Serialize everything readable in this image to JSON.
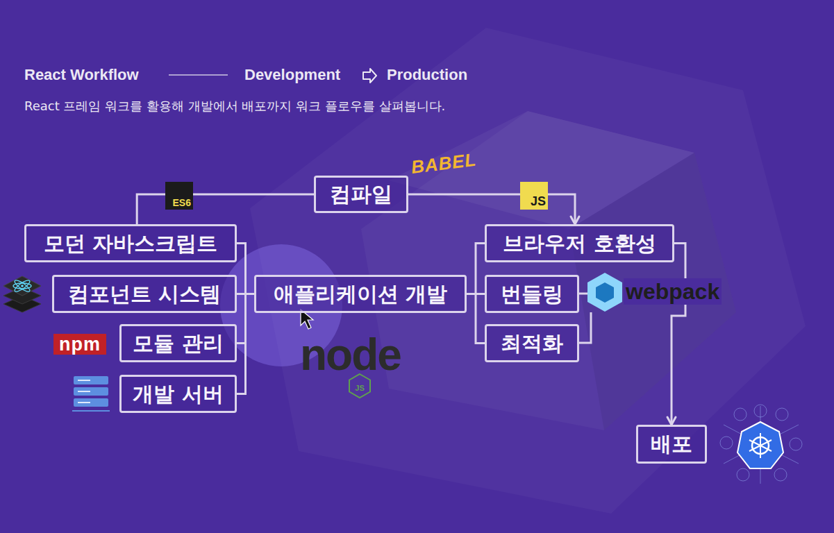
{
  "diagram": {
    "title": "React Workflow",
    "caption": "React 프레임 워크를 활용해 개발에서 배포까지 워크 플로우를 살펴봅니다.",
    "nodes": [
      {
        "text": [
          "컴파일"
        ]
      },
      {
        "text": [
          "모던 자바스크립트"
        ]
      },
      {
        "text": [
          "컴포넌트 시스템"
        ]
      },
      {
        "text": [
          "모듈 관리"
        ]
      },
      {
        "text": [
          "개발 서버"
        ]
      },
      {
        "text": [
          "애플리케이션 개발"
        ]
      },
      {
        "text": [
          "브라우저 호환성"
        ]
      },
      {
        "text": [
          "번들링"
        ]
      },
      {
        "text": [
          "최적화"
        ]
      },
      {
        "text": [
          "배포"
        ]
      }
    ],
    "edges": [
      {
        "from": 1,
        "to": 0,
        "arrow": "none"
      },
      {
        "from": 0,
        "to": 6,
        "arrow": "to"
      },
      {
        "from": 1,
        "to": 5,
        "arrow": "none"
      },
      {
        "from": 2,
        "to": 5,
        "arrow": "none"
      },
      {
        "from": 3,
        "to": 5,
        "arrow": "none"
      },
      {
        "from": 4,
        "to": 5,
        "arrow": "none"
      },
      {
        "from": 5,
        "to": 6,
        "arrow": "none"
      },
      {
        "from": 5,
        "to": 7,
        "arrow": "none"
      },
      {
        "from": 5,
        "to": 8,
        "arrow": "none"
      },
      {
        "from": 6,
        "to": 9,
        "arrow": "to"
      }
    ],
    "labels": [
      "Development",
      "Production",
      "BABEL",
      "ES6",
      "JS",
      "npm",
      "webpack",
      "node",
      "JS"
    ]
  }
}
